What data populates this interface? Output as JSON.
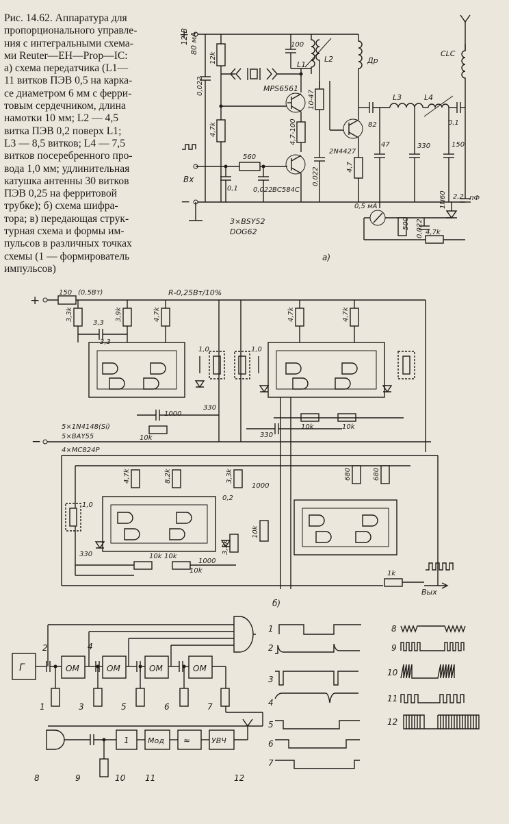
{
  "caption": {
    "lines": [
      "Рис. 14.62. Аппаратура для",
      "пропорционального управле-",
      "ния с интегральными схема-",
      "ми Reuter—EH—Prop—IC:",
      "а) схема передатчика (L1—",
      "11 витков ПЭВ 0,5 на карка-",
      "се диаметром 6 мм с ферри-",
      "товым сердечником, длина",
      "намотки 10 мм; L2 — 4,5",
      "витка ПЭВ 0,2 поверх L1;",
      "L3 — 8,5 витков; L4 — 7,5",
      "витков посеребренного про-",
      "вода 1,0 мм; удлинительная",
      "катушка антенны 30 витков",
      "ПЭВ 0,25 на ферритовой",
      "трубке); б) схема шифра-",
      "тора; в) передающая струк-",
      "турная схема и формы им-",
      "пульсов в различных точках",
      "схемы (1 — формирователь",
      "импульсов)"
    ]
  },
  "schematic_a": {
    "supply_label": "12 В",
    "current_label": "80 мА",
    "resistors": [
      "12k",
      "4,7k",
      "560",
      "10-47",
      "4,7",
      "500",
      "4,7k",
      "4,7-100"
    ],
    "capacitors": [
      "100",
      "0,022",
      "0,1",
      "0,022",
      "0,022",
      "82",
      "47",
      "330",
      "150",
      "0,1",
      "2,2",
      "0,022"
    ],
    "inductors": [
      "L1",
      "L2",
      "L3",
      "L4",
      "Др",
      "CLC"
    ],
    "transistors": [
      "MPS6561",
      "2N4427",
      "BC584C"
    ],
    "input_label": "Вх",
    "meter_label": "0,5 мА",
    "diode_label": "1N60",
    "pf_label": "пФ",
    "ic_note": "3×BSY52",
    "ic_note2": "DOG62",
    "sublabel": "а)"
  },
  "schematic_b": {
    "supply_res": "150",
    "supply_power": "(0,5Вт)",
    "note": "R-0,25Вт/10%",
    "resistors": [
      "3,3k",
      "3,9k",
      "4,7k",
      "4,7k",
      "4,7k",
      "10k",
      "10k",
      "10k",
      "4,7k",
      "8,2k",
      "3,3k",
      "10k",
      "680",
      "680",
      "10k",
      "10k",
      "3,3k",
      "1k",
      "10k"
    ],
    "capacitors": [
      "3,3",
      "3,3",
      "1,0",
      "1,0",
      "330",
      "1000",
      "330",
      "1,0",
      "0,2",
      "1000",
      "330",
      "1000"
    ],
    "parts_note_1": "5×1N4148(Si)",
    "parts_note_2": "5×BAY55",
    "parts_note_3": "4×MC824P",
    "output_label": "Вых",
    "sublabel": "б)"
  },
  "schematic_c": {
    "blocks": [
      "Г",
      "ОМ",
      "ОМ",
      "ОМ",
      "ОМ",
      "1",
      "Мод",
      "≈",
      "УВЧ"
    ],
    "points": [
      "1",
      "2",
      "3",
      "4",
      "5",
      "6",
      "7",
      "8",
      "9",
      "10",
      "11",
      "12"
    ],
    "waveform_labels": [
      "1",
      "2",
      "3",
      "4",
      "5",
      "6",
      "7",
      "8",
      "9",
      "10",
      "11",
      "12"
    ]
  }
}
